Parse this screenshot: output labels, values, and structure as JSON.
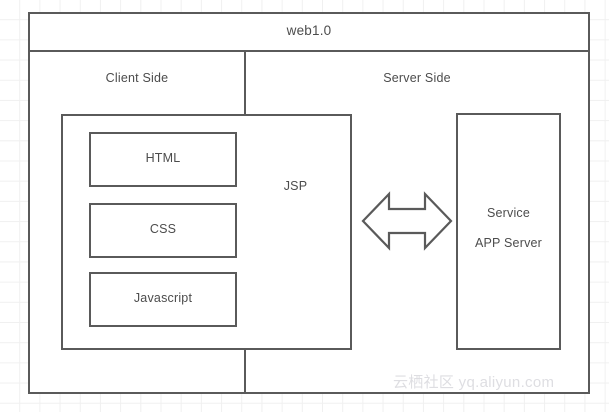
{
  "diagram": {
    "title": "web1.0",
    "sides": {
      "client": "Client Side",
      "server": "Server Side"
    },
    "client_container": {
      "label": "JSP",
      "items": [
        {
          "label": "HTML"
        },
        {
          "label": "CSS"
        },
        {
          "label": "Javascript"
        }
      ]
    },
    "connector": {
      "icon": "double-headed-arrow",
      "direction": "bidirectional"
    },
    "server_container": {
      "line1": "Service",
      "line2": "APP Server"
    },
    "watermark": "云栖社区 yq.aliyun.com",
    "colors": {
      "stroke": "#5a5a5a",
      "text": "#4c4c4c",
      "grid": "#f0f0f0",
      "background": "#ffffff",
      "watermark": "#dedee2"
    }
  }
}
